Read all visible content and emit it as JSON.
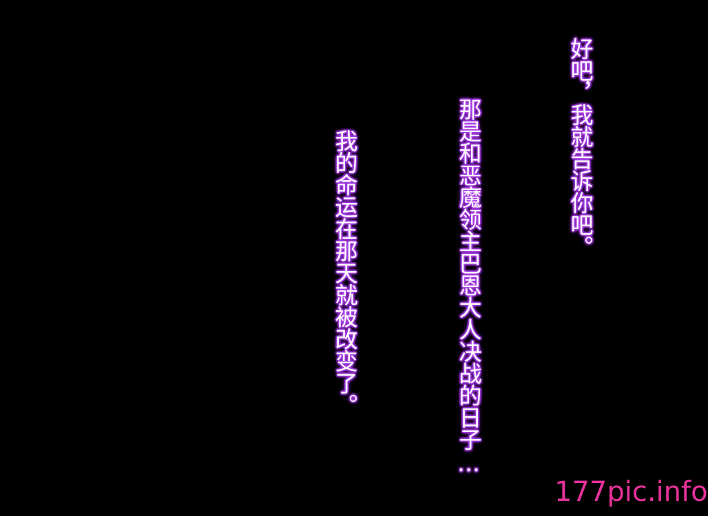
{
  "background": "#000000",
  "text_color": "#ffffff",
  "glow_color": "#a43be6",
  "narration": {
    "line1": "好吧，我就告诉你吧。",
    "line2": "那是和恶魔领主巴恩大人决战的日子…",
    "line3": "我的命运在那天就被改变了。"
  },
  "watermark": {
    "text": "177pic.info",
    "color": "#e8329c"
  }
}
